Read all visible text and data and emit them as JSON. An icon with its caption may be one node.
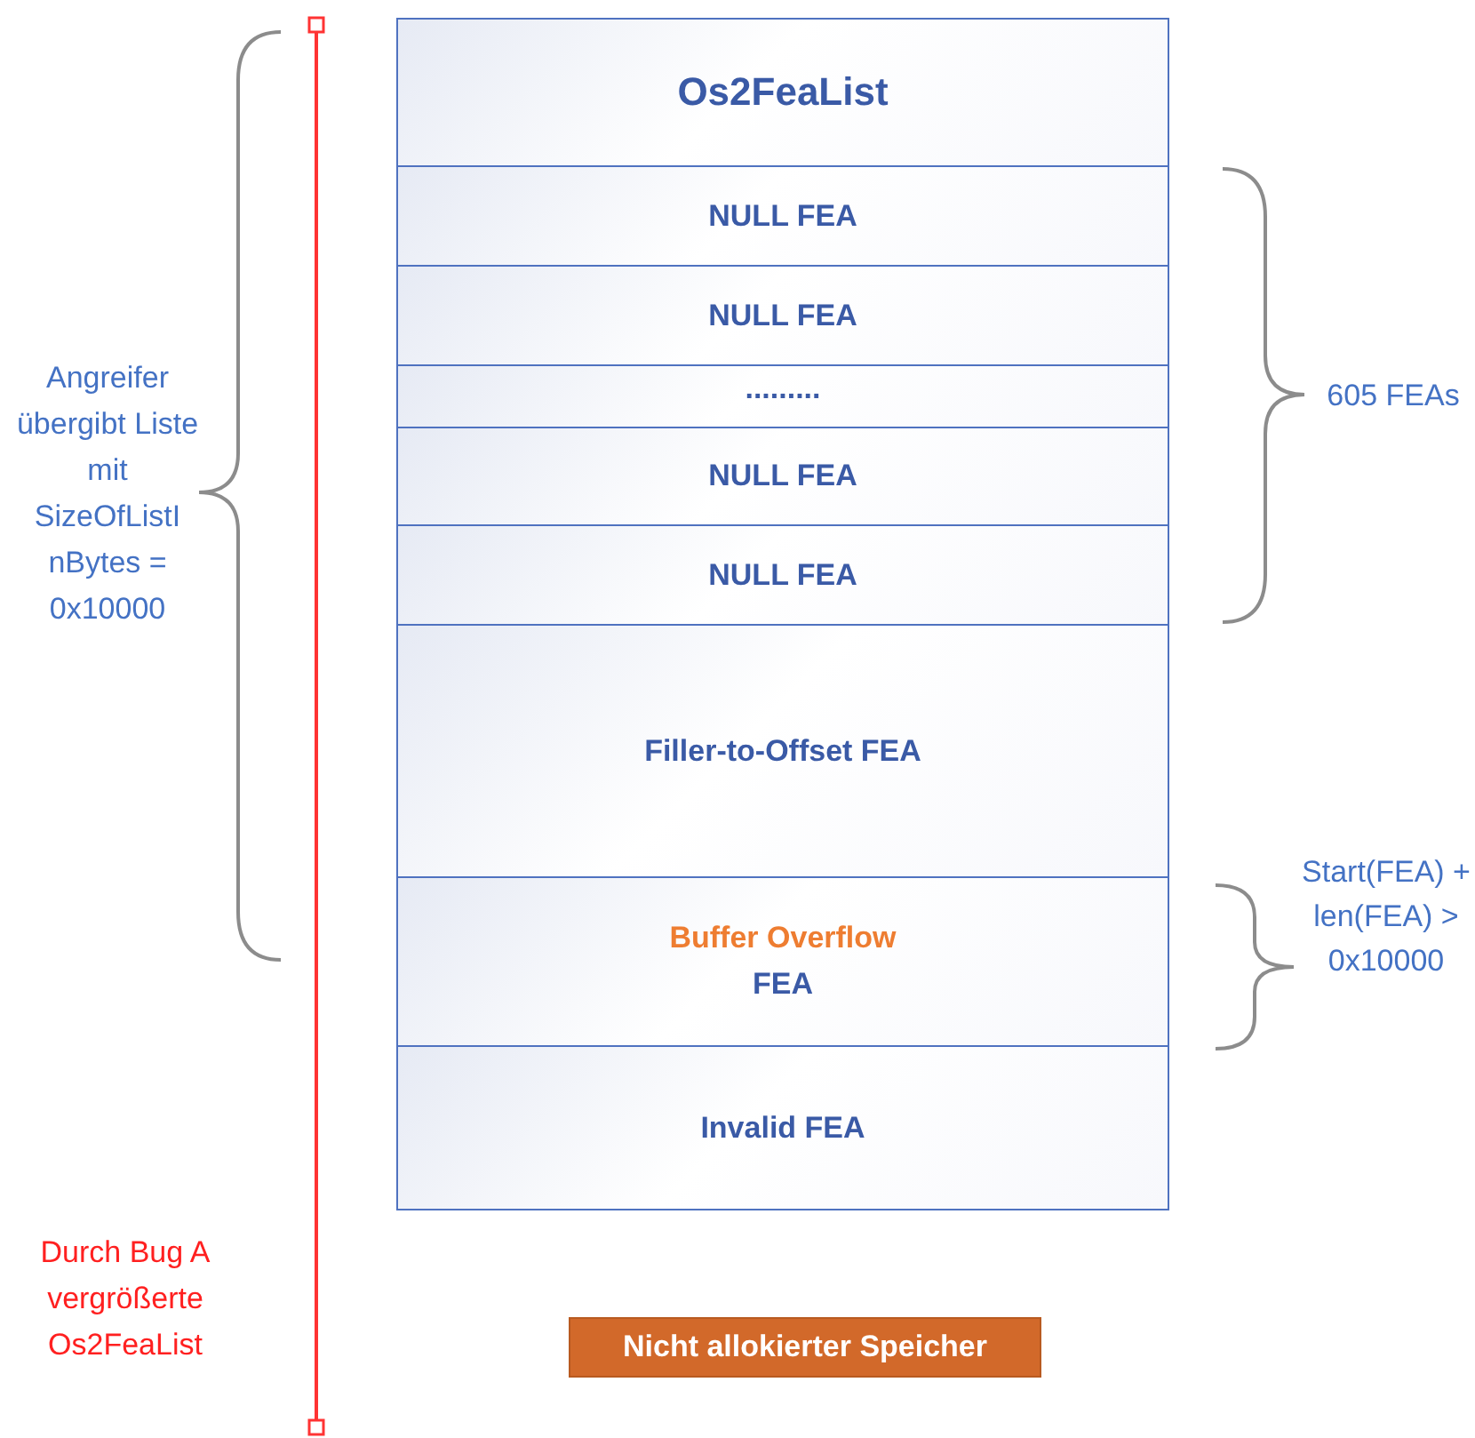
{
  "diagram": {
    "nodes": [
      {
        "text": [
          "Os2FeaList"
        ]
      },
      {
        "text": [
          "NULL FEA"
        ]
      },
      {
        "text": [
          "NULL FEA"
        ]
      },
      {
        "text": [
          "........."
        ]
      },
      {
        "text": [
          "NULL FEA"
        ]
      },
      {
        "text": [
          "NULL FEA"
        ]
      },
      {
        "text": [
          "Filler-to-Offset FEA"
        ]
      },
      {
        "text": [
          "Buffer Overflow",
          "FEA"
        ]
      },
      {
        "text": [
          "Invalid FEA"
        ]
      },
      {
        "text": [
          "Nicht allokierter Speicher"
        ]
      }
    ],
    "labels": [
      "Angreifer übergibt Liste mit SizeOfListI nBytes = 0x10000",
      "605 FEAs",
      "Start(FEA) + len(FEA) > 0x10000",
      "Durch Bug A vergrößerte Os2FeaList"
    ]
  }
}
